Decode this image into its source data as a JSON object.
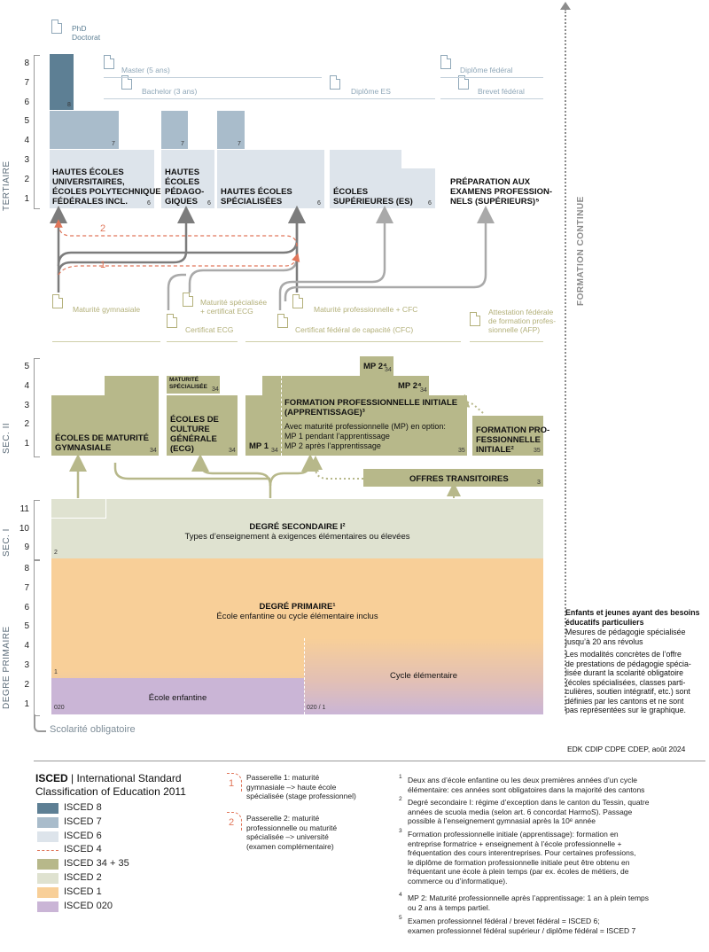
{
  "colors": {
    "isced8": "#5d7f94",
    "isced7": "#a9bccb",
    "isced6": "#dde4eb",
    "isced4": "#e0765a",
    "isced34_35": "#b7b88a",
    "isced2": "#dfe2d0",
    "isced1": "#f8cf98",
    "isced020": "#cab5d6",
    "arrow_gray": "#a9a9a9",
    "arrow_olive": "#b7b88a"
  },
  "axis_labels": {
    "tertiaire": "TERTIAIRE",
    "sec2": "SEC. II",
    "sec1": "SEC. I",
    "primaire": "DEGRE PRIMAIRE",
    "formation_continue": "FORMATION CONTINUE",
    "scolarite": "Scolarité obligatoire"
  },
  "scales": {
    "tertiary": [
      "8",
      "7",
      "6",
      "5",
      "4",
      "3",
      "2",
      "1"
    ],
    "sec2": [
      "5",
      "4",
      "3",
      "2",
      "1"
    ],
    "sec1": [
      "11",
      "10",
      "9"
    ],
    "primary": [
      "8",
      "7",
      "6",
      "5",
      "4",
      "3",
      "2",
      "1"
    ]
  },
  "diplomas": {
    "phd": "PhD\nDoctorat",
    "master": "Master (5 ans)",
    "bachelor": "Bachelor (3 ans)",
    "diplome_es": "Diplôme ES",
    "diplome_federal": "Diplôme fédéral",
    "brevet_federal": "Brevet fédéral"
  },
  "tertiary_boxes": {
    "universities": "HAUTES ÉCOLES\nUNIVERSITAIRES,\nÉCOLES POLYTECHNIQUES\nFÉDÉRALES INCL.",
    "pedago": "HAUTES\nÉCOLES\nPÉDAGO-\nGIQUES",
    "specialisees": "HAUTES ÉCOLES\nSPÉCIALISÉES",
    "es": "ÉCOLES\nSUPÉRIEURES (ES)",
    "preparation": "PRÉPARATION AUX\nEXAMENS PROFESSION-\nNELS (SUPÉRIEURS)⁵",
    "n6": "6",
    "n7": "7",
    "n8": "8"
  },
  "passerelles": {
    "p1": "1",
    "p2": "2"
  },
  "certificates": {
    "maturite_gymnasiale": "Maturité gymnasiale",
    "maturite_specialisee": "Maturité spécialisée\n+ certificat ECG",
    "maturite_pro": "Maturité professionnelle + CFC",
    "attestation": "Attestation fédérale\nde formation profes-\nsionnelle (AFP)",
    "certificat_ecg": "Certificat ECG",
    "cfc": "Certificat fédéral de capacité (CFC)"
  },
  "sec2_boxes": {
    "gymnasiales": "ÉCOLES DE MATURITÉ\nGYMNASIALE",
    "maturite_specialisee": "MATURITÉ\nSPÉCIALISÉE",
    "culture_generale": "ÉCOLES DE\nCULTURE\nGÉNÉRALE\n(ECG)",
    "mp1": "MP 1",
    "mp2a": "MP 2⁴",
    "mp2b": "MP 2⁴",
    "formation_initiale_title": "FORMATION PROFESSIONNELLE INITIALE\n(APPRENTISSAGE)³",
    "formation_initiale_text": "Avec maturité professionnelle (MP) en option:\nMP 1 pendant l’apprentissage\nMP 2 après l’apprentissage",
    "formation_pro": "FORMATION PRO-\nFESSIONNELLE\nINITIALE²",
    "offres": "OFFRES TRANSITOIRES",
    "n34": "34",
    "n35": "35",
    "n3": "3"
  },
  "sec1": {
    "title": "DEGRÉ SECONDAIRE I²",
    "subtitle": "Types d’enseignement à exigences élémentaires ou élevées",
    "n2": "2"
  },
  "primary": {
    "title": "DEGRÉ PRIMAIRE¹",
    "subtitle": "École enfantine ou cycle élémentaire inclus",
    "ecole_enfantine": "École enfantine",
    "cycle": "Cycle élémentaire",
    "n1": "1",
    "n020": "020",
    "n020_1": "020 / 1"
  },
  "side_note": {
    "title": "Enfants et jeunes ayant des besoins éducatifs particuliers",
    "l1": "Mesures de pédagogie spécialisée\njusqu’à 20 ans révolus",
    "l2": "Les modalités concrètes de l’offre\nde prestations de pédagogie spécia-\nlisée durant la scolarité obligatoire\n(écoles spécialisées, classes parti-\nculières, soutien intégratif, etc.) sont\ndéfinies par les cantons et ne sont\npas représentées sur le graphique."
  },
  "credit": "EDK CDIP CDPE CDEP, août 2024",
  "legend": {
    "title_bold": "ISCED",
    "title_rest": " | International Standard\nClassification of Education 2011",
    "items": [
      "ISCED 8",
      "ISCED 7",
      "ISCED 6",
      "ISCED 4",
      "ISCED 34 + 35",
      "ISCED 2",
      "ISCED 1",
      "ISCED 020"
    ]
  },
  "passerelle_notes": {
    "p1_num": "1",
    "p1": "Passerelle 1: maturité\ngymnasiale –> haute école\nspécialisée (stage professionnel)",
    "p2_num": "2",
    "p2": "Passerelle 2: maturité\nprofessionnelle ou maturité\nspécialisée –> université\n(examen complémentaire)"
  },
  "footnotes": [
    {
      "n": "1",
      "t": "Deux ans d’école enfantine ou les deux premières années d’un cycle\nélémentaire: ces années sont obligatoires dans la majorité des cantons"
    },
    {
      "n": "2",
      "t": "Degré secondaire I: régime d’exception dans le canton du Tessin, quatre\nannées de scuola media (selon art. 6 concordat HarmoS). Passage\npossible à l’enseignement gymnasial après la 10ᵉ année"
    },
    {
      "n": "3",
      "t": "Formation professionnelle initiale (apprentissage): formation en\nentreprise formatrice + enseignement à l’école professionnelle +\nfréquentation des cours interentreprises. Pour certaines professions,\nle diplôme de formation professionnelle initiale peut être obtenu en\nfréquentant une école à plein temps (par ex. écoles de métiers, de\ncommerce ou d’informatique)."
    },
    {
      "n": "4",
      "t": "MP 2: Maturité professionnelle après l’apprentissage: 1 an à plein temps\nou 2 ans à temps partiel."
    },
    {
      "n": "5",
      "t": "Examen professionnel fédéral / brevet fédéral = ISCED 6;\nexamen professionnel fédéral supérieur / diplôme fédéral = ISCED 7"
    }
  ]
}
